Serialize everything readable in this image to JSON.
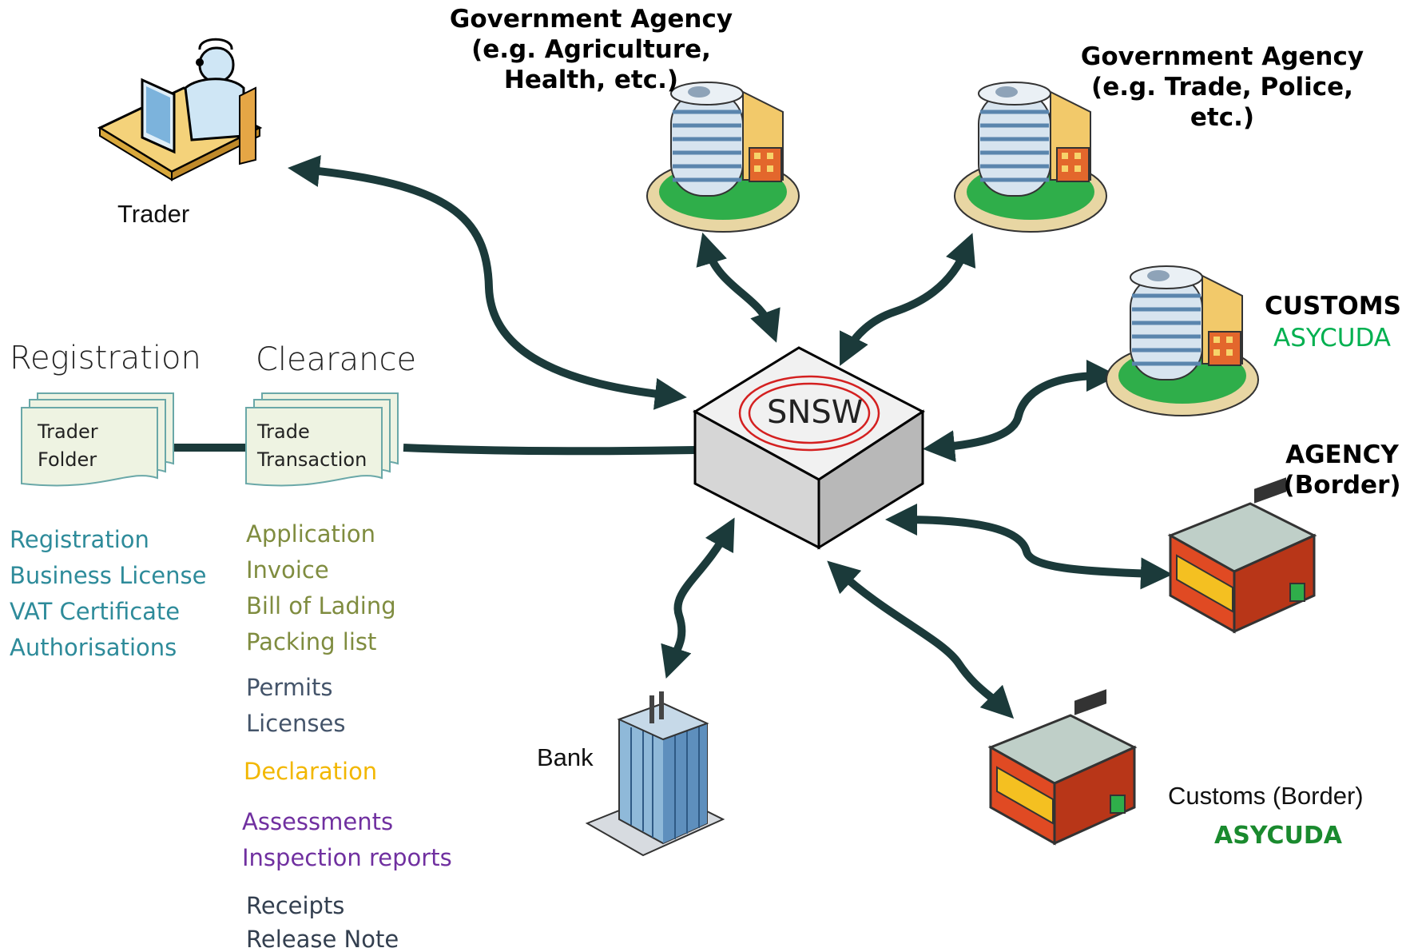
{
  "center": {
    "label": "SNSW"
  },
  "trader": {
    "label": "Trader"
  },
  "gov_agency_1": {
    "lines": [
      "Government Agency",
      "(e.g. Agriculture,",
      "Health, etc.)"
    ]
  },
  "gov_agency_2": {
    "lines": [
      "Government Agency",
      "(e.g. Trade, Police,",
      "etc.)"
    ]
  },
  "customs": {
    "title": "CUSTOMS",
    "system": "ASYCUDA"
  },
  "agency_border": {
    "lines": [
      "AGENCY",
      "(Border)"
    ]
  },
  "customs_border": {
    "title": "Customs (Border)",
    "system": "ASYCUDA"
  },
  "bank": {
    "label": "Bank"
  },
  "registration": {
    "heading": "Registration",
    "doc_lines": [
      "Trader",
      "Folder"
    ],
    "items": [
      "Registration",
      "Business License",
      "VAT Certificate",
      "Authorisations"
    ]
  },
  "clearance": {
    "heading": "Clearance",
    "doc_lines": [
      "Trade",
      "Transaction"
    ],
    "groups": [
      {
        "color": "#7f8c3f",
        "items": [
          "Application",
          "Invoice",
          "Bill of Lading",
          "Packing list"
        ]
      },
      {
        "color": "#44546a",
        "items": [
          "Permits",
          "Licenses"
        ]
      },
      {
        "color": "#f2b700",
        "items": [
          "Declaration"
        ]
      },
      {
        "color": "#7030a0",
        "items": [
          "Assessments",
          "Inspection reports"
        ]
      },
      {
        "color": "#333f4f",
        "items": [
          "Receipts",
          "Release Note"
        ]
      }
    ]
  },
  "colors": {
    "registration_items": "#2e8b9a",
    "asycuda_green": "#00b050",
    "asycuda_dark_green": "#1a8a2e",
    "arrow": "#1b3a3a",
    "snsw_ring": "#d42020"
  }
}
